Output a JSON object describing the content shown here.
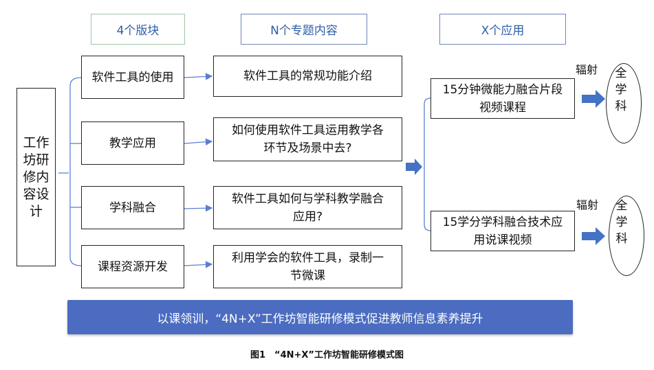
{
  "headers": {
    "modules": "4个版块",
    "topics": "N个专题内容",
    "applications": "X个应用"
  },
  "left_box": "工作坊研修内容设计",
  "modules": [
    "软件工具的使用",
    "教学应用",
    "学科融合",
    "课程资源开发"
  ],
  "topics": [
    "软件工具的常规功能介绍",
    "如何使用软件工具运用教学各环节及场景中去?",
    "软件工具如何与学科教学融合应用?",
    "利用学会的软件工具，录制一节微课"
  ],
  "applications": [
    "15分钟微能力融合片段视频课程",
    "15学分学科融合技术应用说课视频"
  ],
  "radiate_label": "辐射",
  "all_subjects": "全学科",
  "banner": "以课领训，“4N+X”工作坊智能研修模式促进教师信息素养提升",
  "caption": "图1　“4N+X”工作坊智能研修模式图",
  "colors": {
    "arrow_blue": "#4472c4",
    "line_blue": "#5b7fd0",
    "banner_blue": "#4b6cc0"
  }
}
